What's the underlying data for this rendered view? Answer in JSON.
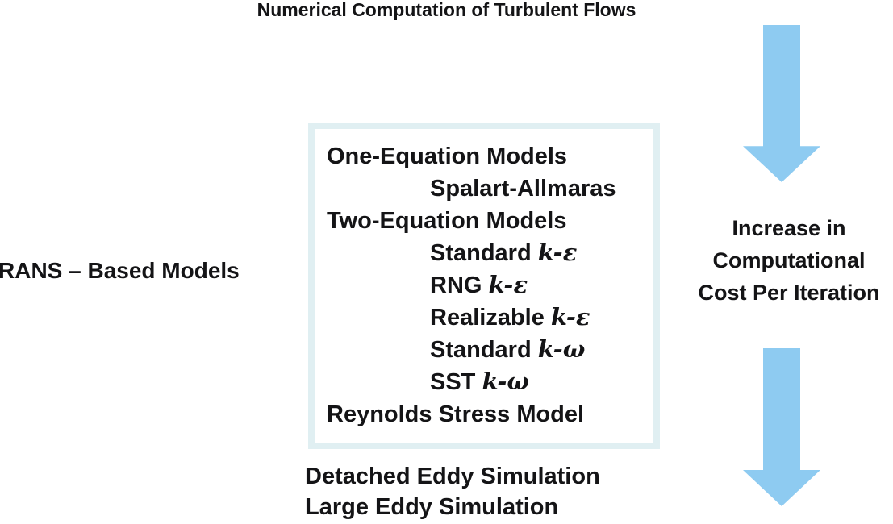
{
  "title": "Numerical Computation of Turbulent Flows",
  "left_label": "RANS – Based Models",
  "models_box": {
    "items": [
      {
        "plain": "One-Equation Models",
        "math": "",
        "indent": 0
      },
      {
        "plain": "Spalart-Allmaras",
        "math": "",
        "indent": 1
      },
      {
        "plain": "Two-Equation Models",
        "math": "",
        "indent": 0
      },
      {
        "plain": "Standard ",
        "math": "k-ε",
        "indent": 1
      },
      {
        "plain": "RNG ",
        "math": "k-ε",
        "indent": 1
      },
      {
        "plain": "Realizable ",
        "math": "k-ε",
        "indent": 1
      },
      {
        "plain": "Standard ",
        "math": "k-ω",
        "indent": 1
      },
      {
        "plain": "SST ",
        "math": "k-ω",
        "indent": 1
      },
      {
        "plain": "Reynolds Stress Model",
        "math": "",
        "indent": 0
      }
    ]
  },
  "below_box": {
    "lines": [
      "Detached Eddy Simulation",
      "Large Eddy Simulation"
    ]
  },
  "right_label": {
    "lines": [
      "Increase in",
      "Computational",
      "Cost Per Iteration"
    ]
  },
  "icons": {
    "down_arrow": "▼"
  },
  "colors": {
    "arrow_fill": "#8ECBF1",
    "box_border": "#E0EFF2",
    "text": "#141416",
    "background": "#FFFFFF"
  }
}
